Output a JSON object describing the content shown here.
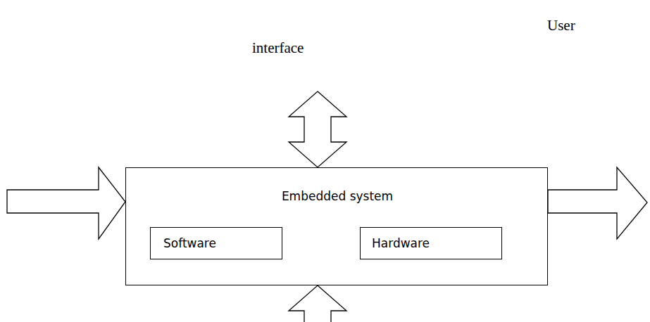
{
  "diagram": {
    "nodes": [
      {
        "text": [
          "Embedded system"
        ]
      },
      {
        "text": [
          "Software"
        ],
        "in": 0
      },
      {
        "text": [
          "Hardware"
        ],
        "in": 0
      }
    ],
    "labels": [
      "User",
      "interface"
    ]
  }
}
